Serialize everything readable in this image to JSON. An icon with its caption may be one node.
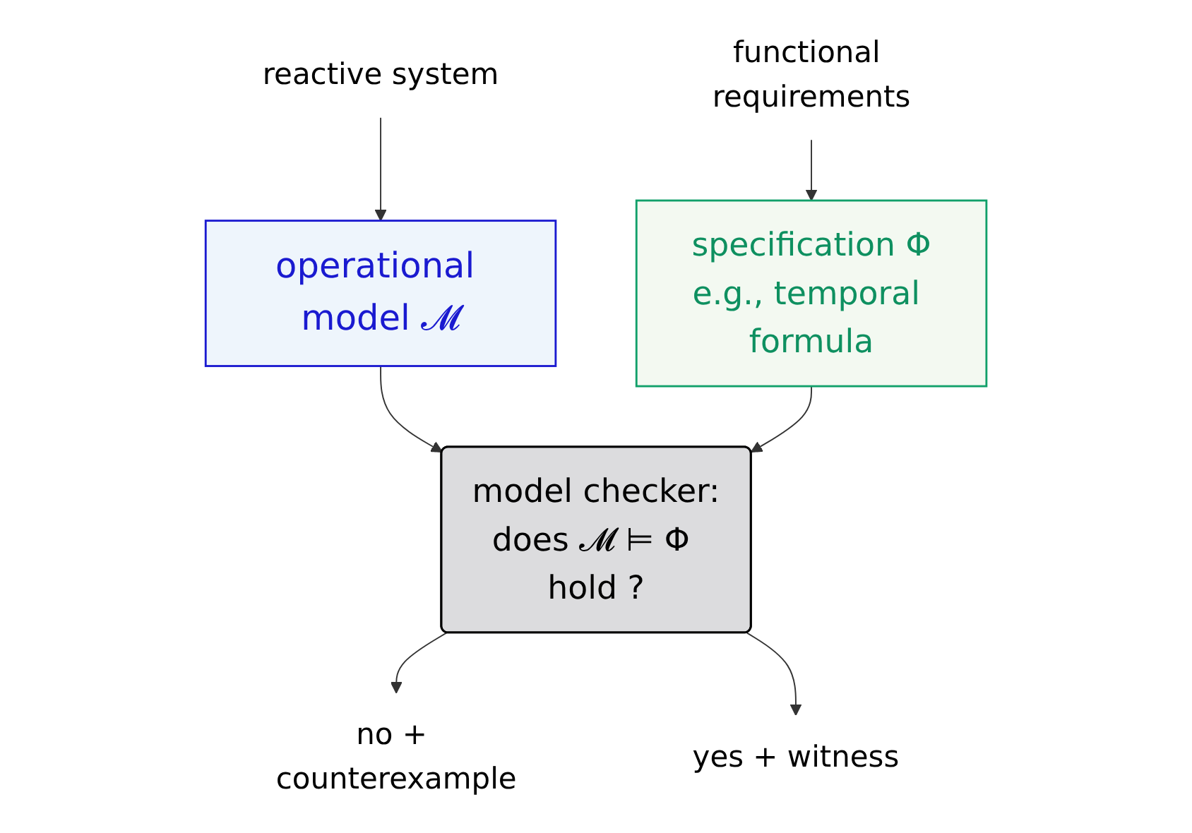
{
  "diagram": {
    "nodes": [
      {
        "text": [
          "reactive system"
        ]
      },
      {
        "text": [
          "operational model 𝓜"
        ]
      },
      {
        "text": [
          "functional requirements"
        ]
      },
      {
        "text": [
          "specification Φ",
          "e.g., temporal formula"
        ]
      },
      {
        "text": [
          "model checker:",
          "does 𝓜 ⊨ Φ hold ?"
        ]
      },
      {
        "text": [
          "no + counterexample"
        ]
      },
      {
        "text": [
          "yes + witness"
        ]
      }
    ],
    "edges": [
      {
        "from": 0,
        "to": 1,
        "arrow": "to"
      },
      {
        "from": 2,
        "to": 3,
        "arrow": "to"
      },
      {
        "from": 1,
        "to": 4,
        "arrow": "to"
      },
      {
        "from": 3,
        "to": 4,
        "arrow": "to"
      },
      {
        "from": 4,
        "to": 5,
        "arrow": "to"
      },
      {
        "from": 4,
        "to": 6,
        "arrow": "to"
      }
    ]
  }
}
